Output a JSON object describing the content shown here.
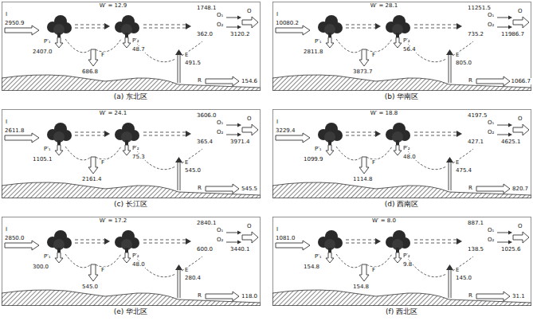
{
  "diagram": {
    "labels": [
      "W′ = 12.9",
      "I",
      "2950.9",
      "P′₁",
      "2407.0",
      "P′₂",
      "48.7",
      "F",
      "686.8",
      "E",
      "491.5",
      "1748.1",
      "O₁",
      "O",
      "3120.2",
      "O₂",
      "362.0",
      "R",
      "154.6",
      "(a) 东北区",
      "W′ = 28.1",
      "I",
      "10080.2",
      "P′₁",
      "2811.8",
      "P′₂",
      "56.4",
      "F",
      "3873.7",
      "E",
      "805.0",
      "11251.5",
      "O₁",
      "O",
      "11986.7",
      "O₂",
      "735.2",
      "R",
      "1066.7",
      "(b) 华南区",
      "W′ = 24.1",
      "I",
      "2611.8",
      "P′₁",
      "1105.1",
      "P′₂",
      "75.3",
      "F",
      "2161.4",
      "E",
      "545.0",
      "3606.0",
      "O₁",
      "O",
      "3971.4",
      "O₂",
      "365.4",
      "R",
      "545.5",
      "(c) 长江区",
      "W′ = 18.8",
      "I",
      "3229.4",
      "P′₁",
      "1099.9",
      "P′₂",
      "48.0",
      "F",
      "1114.8",
      "E",
      "475.4",
      "4197.5",
      "O₁",
      "O",
      "4625.1",
      "O₂",
      "427.1",
      "R",
      "820.7",
      "(d) 西南区",
      "W′ = 17.2",
      "I",
      "2850.0",
      "P′₁",
      "300.0",
      "P′₂",
      "48.0",
      "F",
      "545.0",
      "E",
      "280.4",
      "2840.1",
      "O₁",
      "O",
      "3440.1",
      "O₂",
      "600.0",
      "R",
      "118.0",
      "(e) 华北区",
      "W′ = 8.0",
      "I",
      "1081.0",
      "P′₁",
      "154.8",
      "P′₂",
      "9.8",
      "F",
      "154.8",
      "E",
      "145.0",
      "887.1",
      "O₁",
      "O",
      "1025.6",
      "O₂",
      "138.5",
      "R",
      "31.1",
      "(f) 西北区"
    ]
  }
}
